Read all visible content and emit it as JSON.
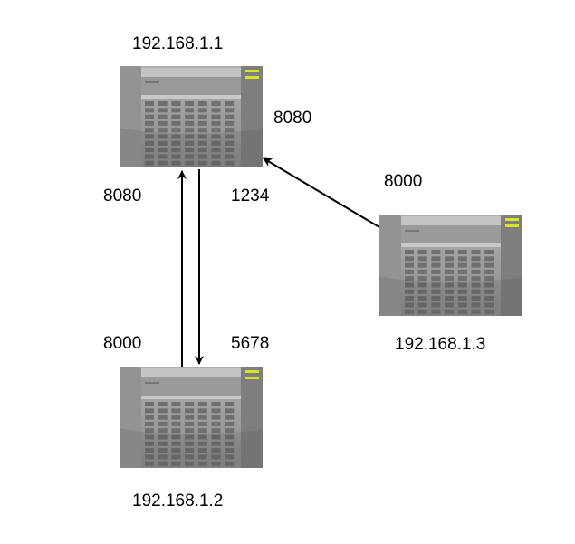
{
  "nodes": [
    {
      "id": "server-1",
      "label": "192.168.1.1"
    },
    {
      "id": "server-2",
      "label": "192.168.1.2"
    },
    {
      "id": "server-3",
      "label": "192.168.1.3"
    }
  ],
  "ports": {
    "s1_right": "8080",
    "s1_bottom_left": "8080",
    "s1_bottom_right": "1234",
    "s3_top": "8000",
    "s2_top_left": "8000",
    "s2_top_right": "5678"
  },
  "colors": {
    "line": "#000000",
    "indicator": "#d4e61e"
  }
}
